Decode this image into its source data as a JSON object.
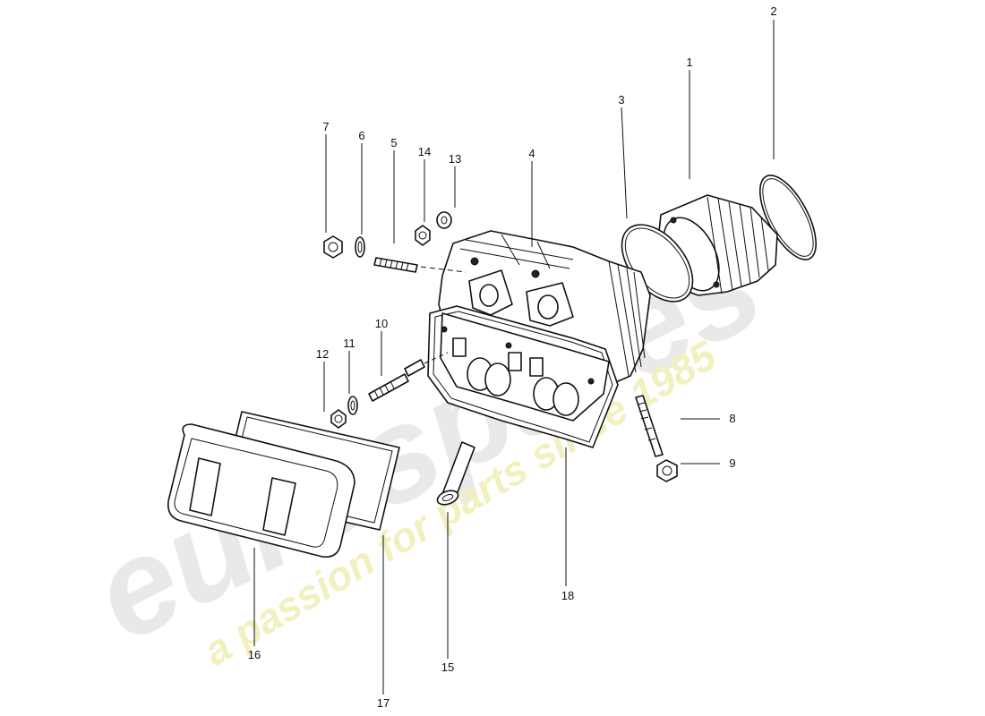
{
  "watermark": {
    "brand": "eurospares",
    "tagline": "a passion for parts since 1985",
    "brand_color": "#d8d8d8",
    "tagline_color": "#e8e48a"
  },
  "callouts": {
    "n1": "1",
    "n2": "2",
    "n3": "3",
    "n4": "4",
    "n5": "5",
    "n6": "6",
    "n7": "7",
    "n8": "8",
    "n9": "9",
    "n10": "10",
    "n11": "11",
    "n12": "12",
    "n13": "13",
    "n14": "14",
    "n15": "15",
    "n16": "16",
    "n17": "17",
    "n18": "18"
  }
}
